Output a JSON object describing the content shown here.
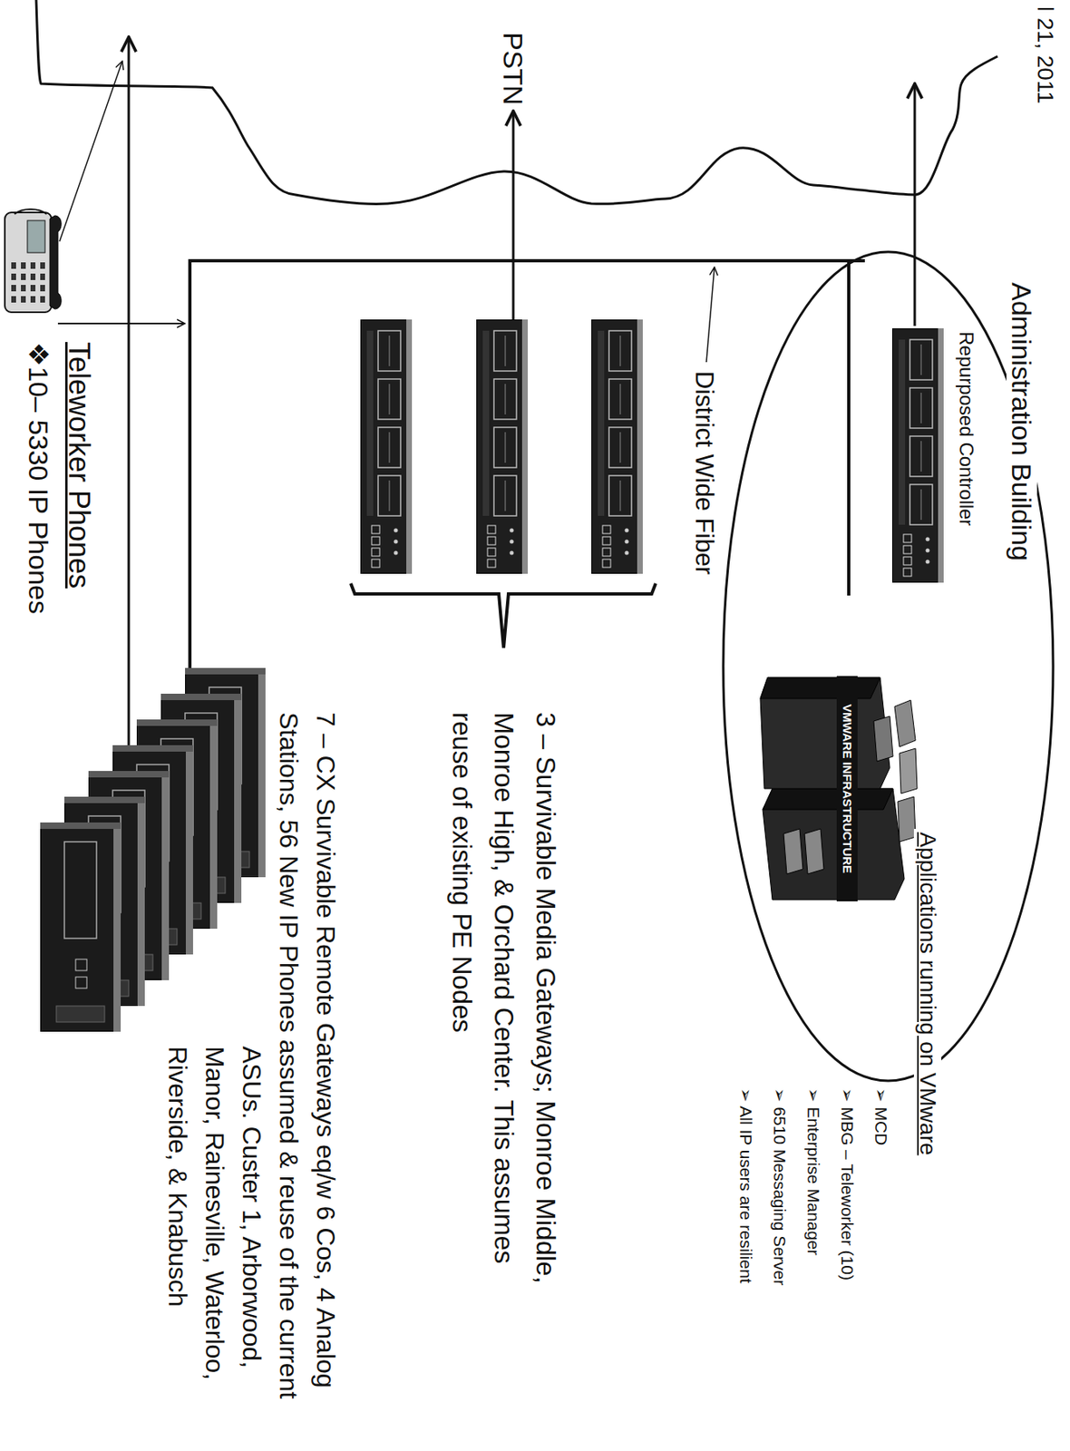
{
  "diagram": {
    "nodes": [
      {
        "text": [
          "Applications running on VMware"
        ]
      },
      {
        "text": [
          "Repurposed Controller"
        ],
        "in": 0
      },
      {
        "text": [
          "VMWARE INFRASTRUCTURE"
        ],
        "in": 0
      }
    ],
    "labels": [
      "l 21, 2011",
      "Administration Building",
      "PSTN",
      "➢ MCD",
      "➢ MBG – Teleworker (10)",
      "➢ Enterprise Manager",
      "➢ 6510 Messaging Server",
      "➢ All IP users are resilient",
      "District Wide Fiber",
      "3 – Survivable Media Gateways; Monroe Middle, Monroe High, & Orchard Center. This assumes reuse of existing PE Nodes",
      "7 – CX Survivable Remote Gateways eq/w 6 Cos, 4 Analog Stations, 56 New IP Phones assumed & reuse of the current ASUs. Custer 1, Arborwood, Manor, Rainesville, Waterloo, Riverside, & Knabusch",
      "Teleworker Phones",
      "❖10– 5330 IP Phones"
    ]
  }
}
